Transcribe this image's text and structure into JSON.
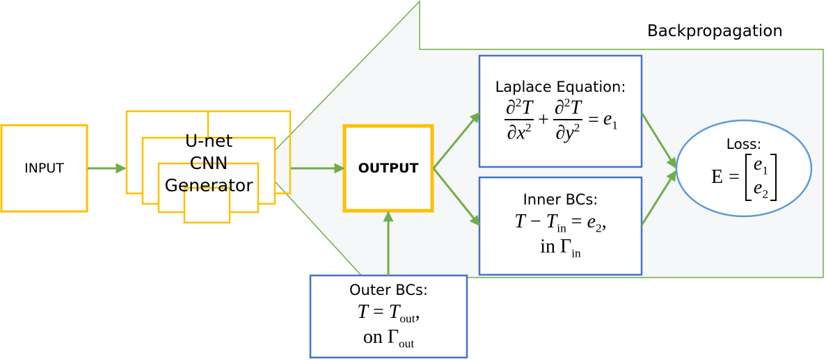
{
  "labels": {
    "input": "INPUT",
    "unet": [
      "U-net",
      "CNN",
      "Generator"
    ],
    "output": "OUTPUT",
    "backprop": "Backpropagation",
    "laplace_title": "Laplace Equation:",
    "inner_title": "Inner BCs:",
    "outer_title": "Outer BCs:",
    "loss_title": "Loss:"
  },
  "math": {
    "laplace": {
      "partial": "∂",
      "sq": "2",
      "var_T": "T",
      "var_x": "x",
      "var_y": "y",
      "plus": "+",
      "equals": "=",
      "rhs": "e",
      "rhs_sub": "1"
    },
    "inner": {
      "line1_T": "T",
      "line1_minus": "−",
      "line1_Tin": "T",
      "line1_Tin_sub": "in",
      "line1_eq": "=",
      "line1_e": "e",
      "line1_e_sub": "2",
      "line1_comma": ",",
      "line2_in": "in",
      "line2_gamma": "Γ",
      "line2_gamma_sub": "in"
    },
    "outer": {
      "line1_T": "T",
      "line1_eq": "=",
      "line1_Tout": "T",
      "line1_Tout_sub": "out",
      "line1_comma": ",",
      "line2_on": "on",
      "line2_gamma": "Γ",
      "line2_gamma_sub": "out"
    },
    "loss": {
      "E": "E",
      "eq": "=",
      "e": "e",
      "sub1": "1",
      "sub2": "2"
    }
  },
  "colors": {
    "yellow_border": "#FFC000",
    "blue_border": "#4472C4",
    "loss_border": "#5B9BD5",
    "arrow_green": "#70AD47",
    "panel_fill": "#F6F7F9",
    "panel_border": "#70AD47"
  }
}
